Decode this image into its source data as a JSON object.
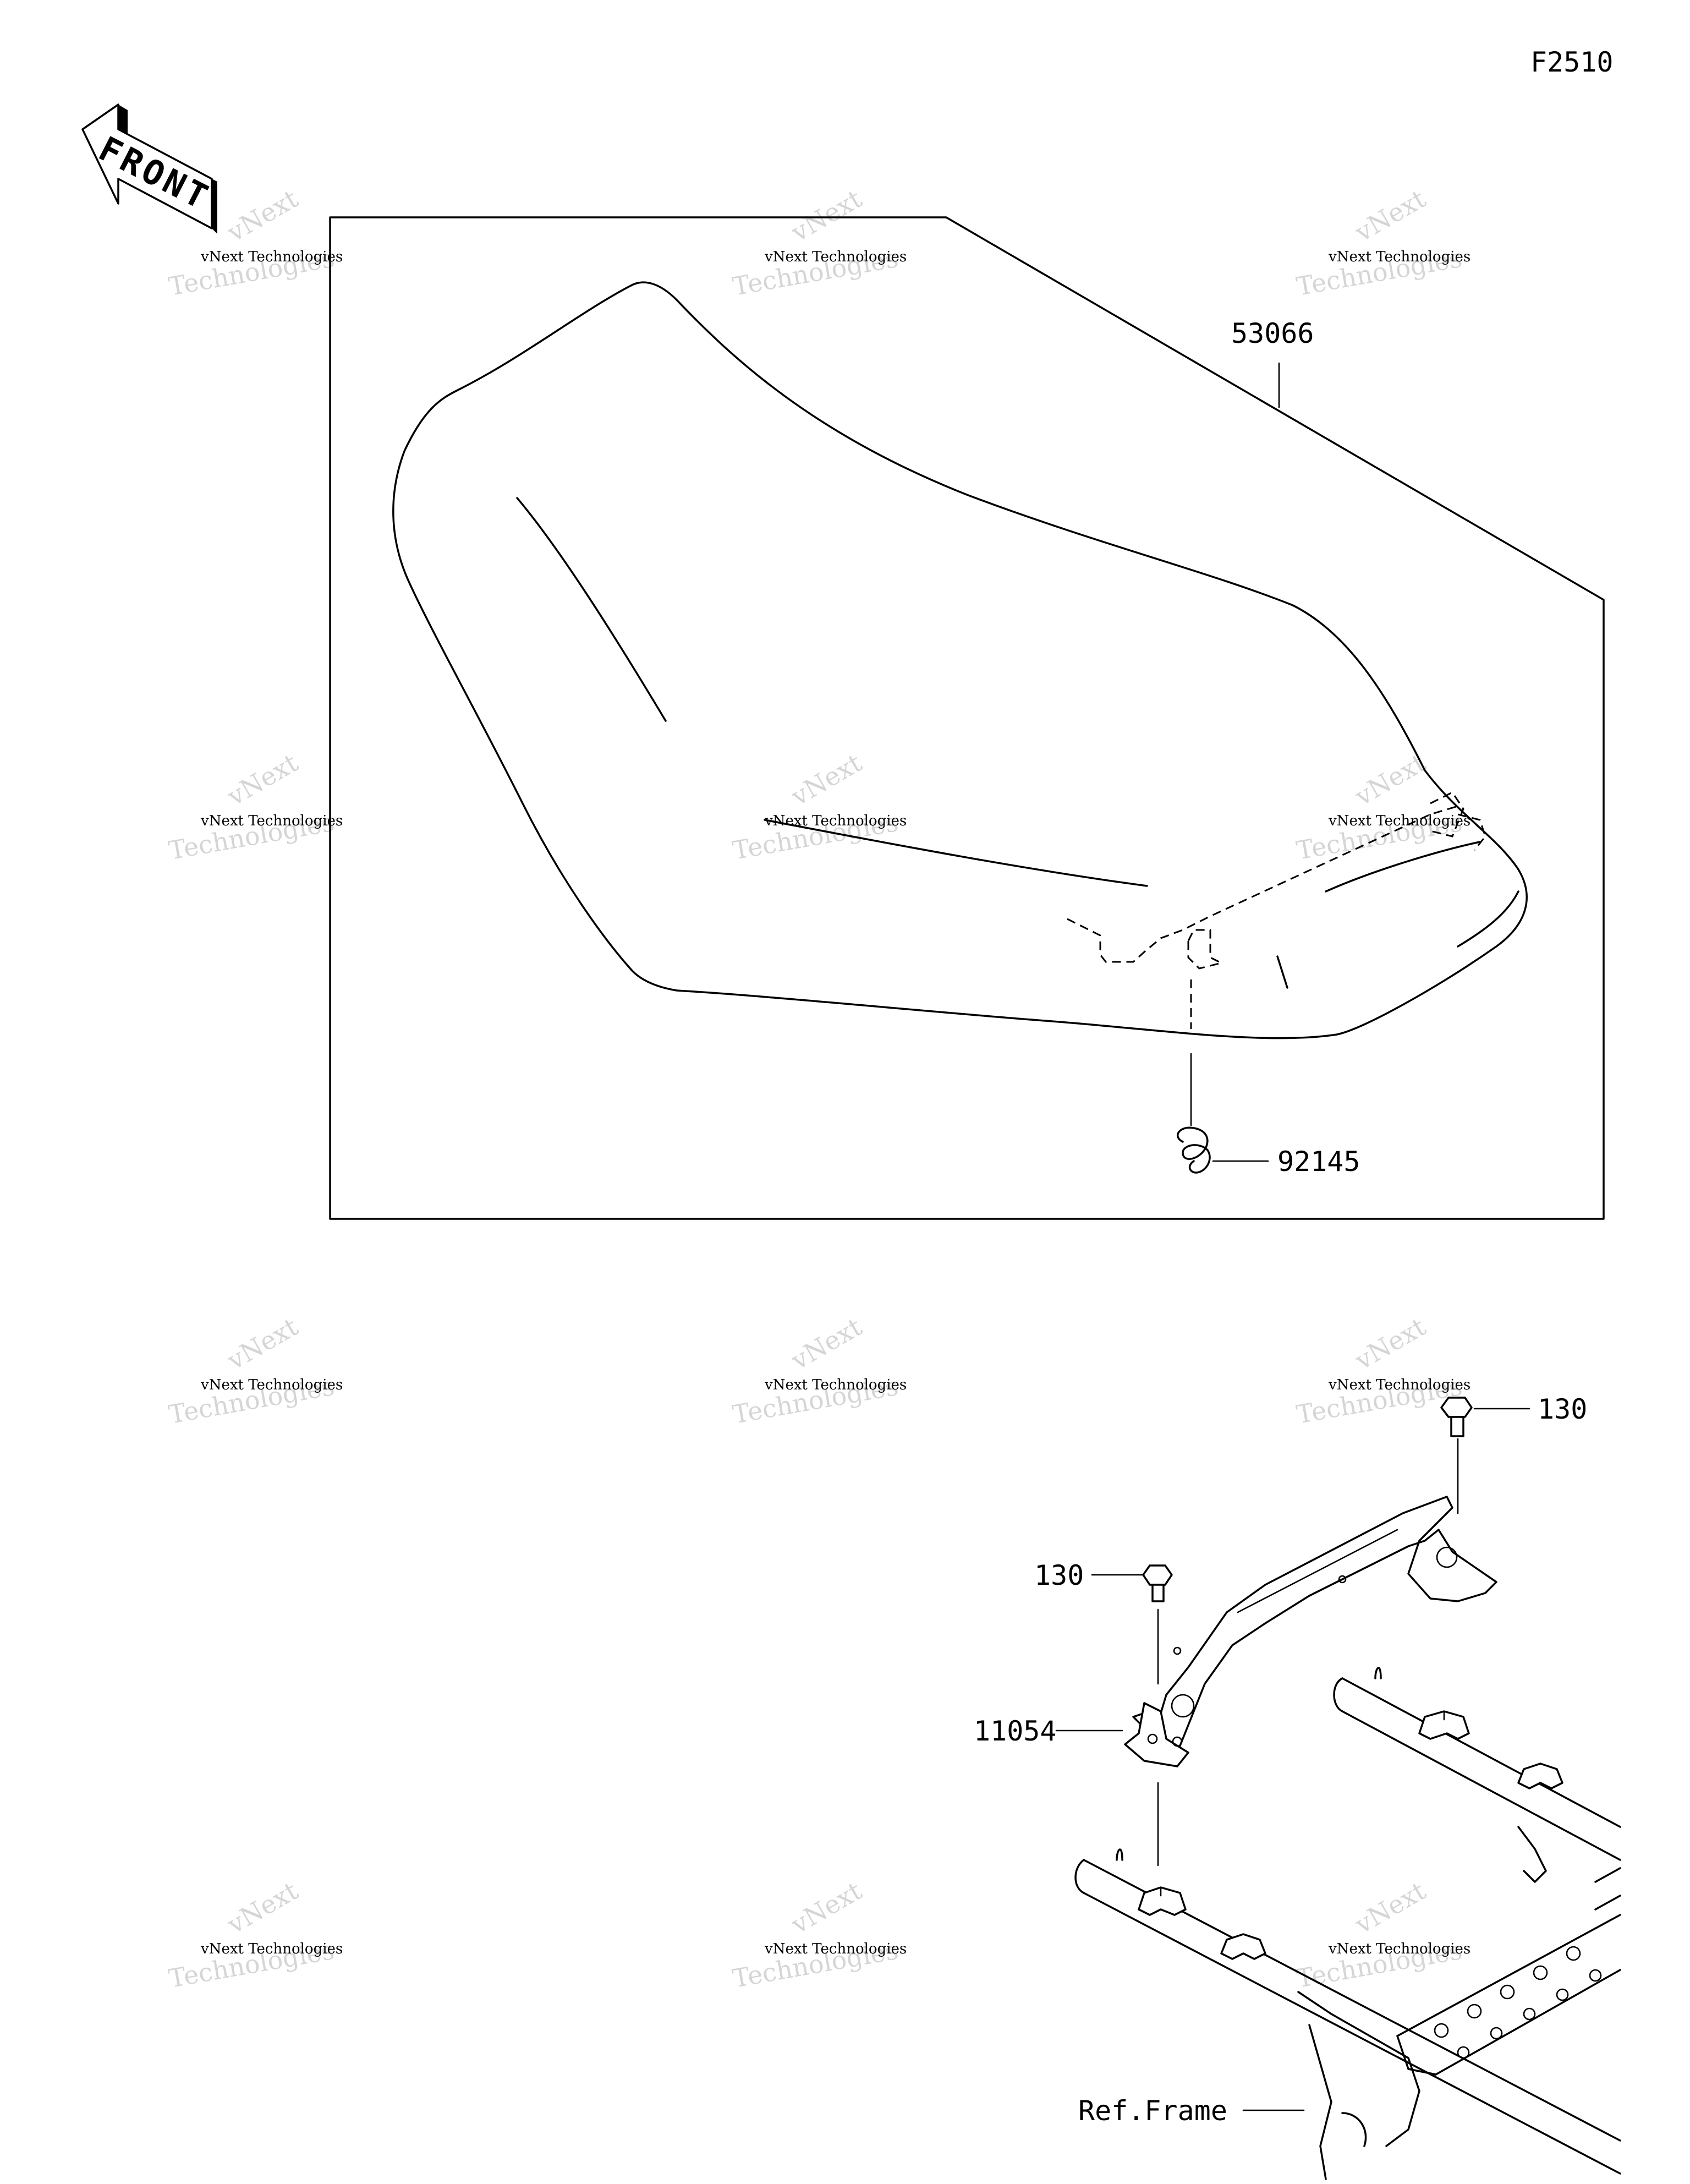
{
  "figure_code": "F2510",
  "front_indicator": {
    "text": "FRONT",
    "icon": "front-arrow-icon"
  },
  "parts": {
    "seat": "53066",
    "spring": "92145",
    "bolt_top_right": "130",
    "bolt_left": "130",
    "bracket": "11054",
    "frame_ref": "Ref.Frame"
  },
  "watermark": {
    "line1": "vNext Technologies",
    "line2": "vNext",
    "line3": "Technologies"
  }
}
